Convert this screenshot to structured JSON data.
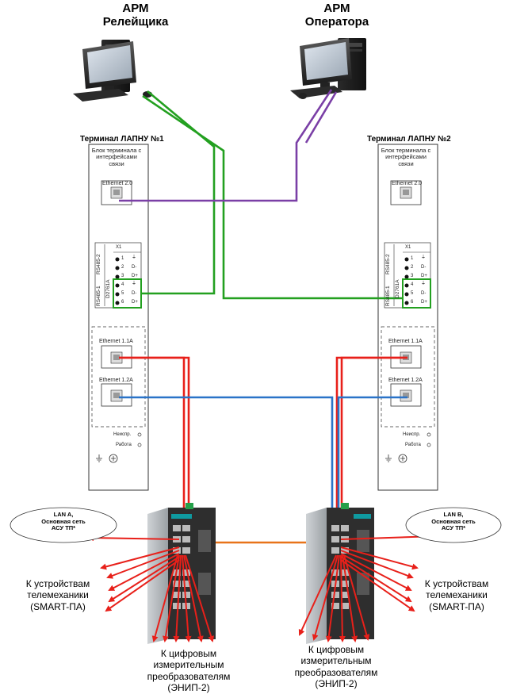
{
  "workstations": [
    {
      "title_line1": "АРМ",
      "title_line2": "Релейщика"
    },
    {
      "title_line1": "АРМ",
      "title_line2": "Оператора"
    }
  ],
  "terminals": [
    {
      "title": "Терминал ЛАПНУ №1",
      "block_label": "Блок терминала с интерфейсами связи",
      "eth20": "Ethernet 2.0",
      "x1": "X1",
      "rs485_2": "RS485-2",
      "rs485_1": "RS485-1",
      "chip": "D2761A",
      "pins": [
        "1",
        "2",
        "3",
        "4",
        "5",
        "6"
      ],
      "pin_marks": [
        "⏚",
        "D-",
        "D+",
        "⏚",
        "D-",
        "D+"
      ],
      "eth11a": "Ethernet 1.1A",
      "eth12a": "Ethernet 1.2A",
      "fault": "Неиспр.",
      "work": "Работа"
    },
    {
      "title": "Терминал ЛАПНУ №2",
      "block_label": "Блок терминала с интерфейсами связи",
      "eth20": "Ethernet 2.0",
      "x1": "X1",
      "rs485_2": "RS485-2",
      "rs485_1": "RS485-1",
      "chip": "D2761A",
      "pins": [
        "1",
        "2",
        "3",
        "4",
        "5",
        "6"
      ],
      "pin_marks": [
        "⏚",
        "D-",
        "D+",
        "⏚",
        "D-",
        "D+"
      ],
      "eth11a": "Ethernet 1.1A",
      "eth12a": "Ethernet 1.2A",
      "fault": "Неиспр.",
      "work": "Работа"
    }
  ],
  "lan_a": {
    "line1": "LAN A,",
    "line2": "Основная сеть",
    "line3": "АСУ ТП*"
  },
  "lan_b": {
    "line1": "LAN B,",
    "line2": "Основная сеть",
    "line3": "АСУ ТП*"
  },
  "telemech_left": {
    "line1": "К устройствам",
    "line2": "телемеханики",
    "line3": "(SMART-ПА)"
  },
  "telemech_right": {
    "line1": "К устройствам",
    "line2": "телемеханики",
    "line3": "(SMART-ПА)"
  },
  "meters_left": {
    "line1": "К цифровым",
    "line2": "измерительным",
    "line3": "преобразователям",
    "line4": "(ЭНИП-2)"
  },
  "meters_right": {
    "line1": "К цифровым",
    "line2": "измерительным",
    "line3": "преобразователям",
    "line4": "(ЭНИП-2)"
  },
  "colors": {
    "purple": "#7a3fa6",
    "green": "#23a020",
    "red": "#e8201a",
    "blue": "#2a73c8",
    "orange": "#e8741a"
  }
}
